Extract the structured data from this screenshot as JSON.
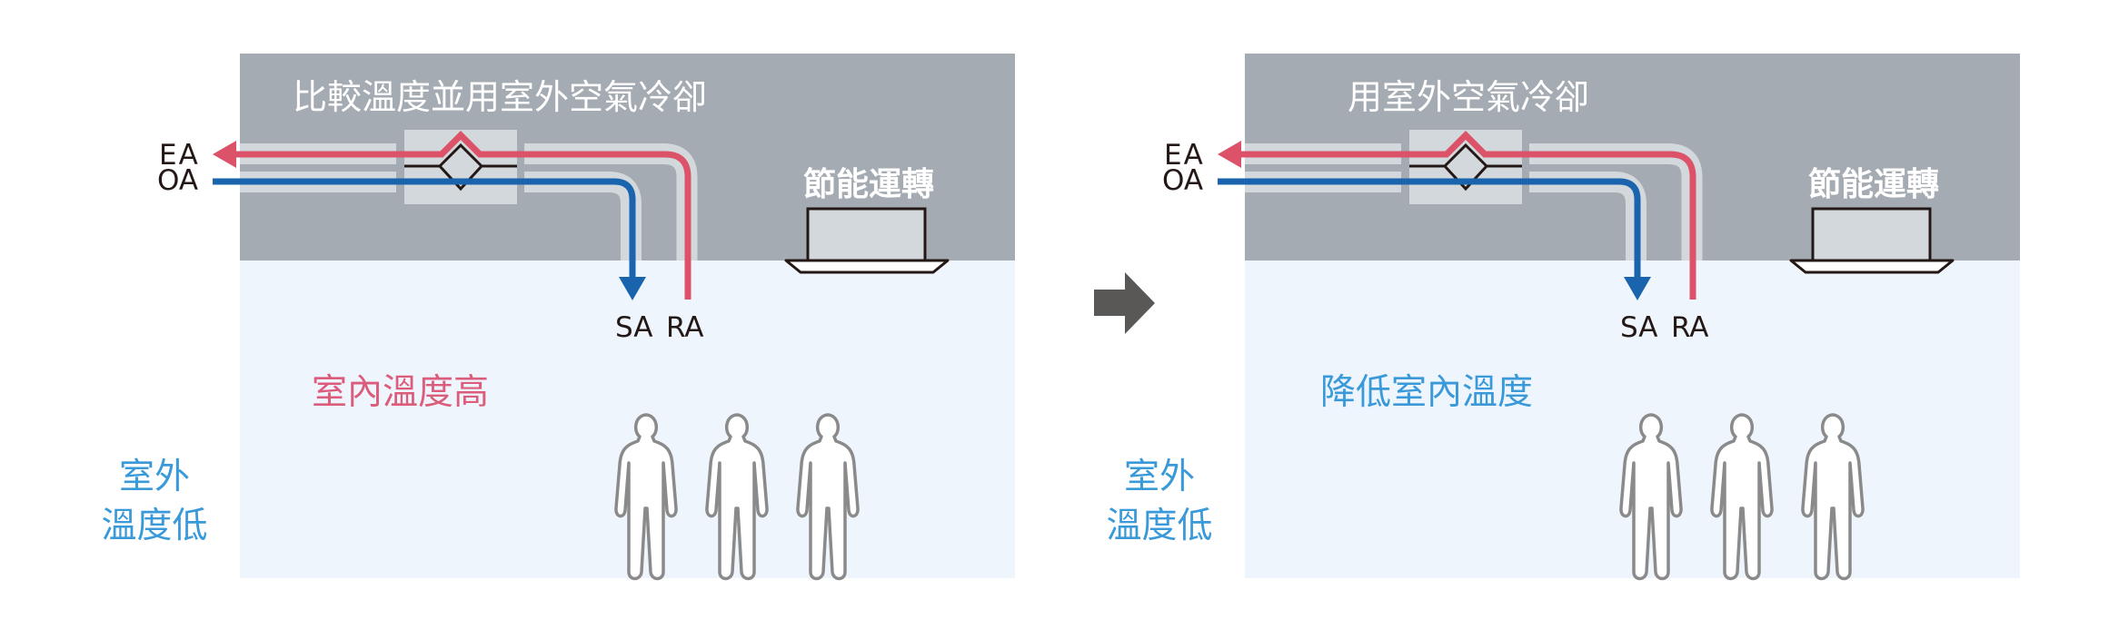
{
  "colors": {
    "ceiling": "#a5abb2",
    "floor": "#eef5fd",
    "duct": "#d3d8dc",
    "exhaust_red": "#dc5268",
    "supply_blue": "#1a64ae",
    "outline": "#231815",
    "person_stroke": "#8a8a8a",
    "transition_arrow": "#5a5856",
    "indoor_hot_text": "#dc5c7c",
    "cool_text": "#3a9ad9"
  },
  "panels": [
    {
      "id": "before",
      "title": "比較溫度並用室外空氣冷卻",
      "ea_label": "EA",
      "oa_label": "OA",
      "sa_label": "SA",
      "ra_label": "RA",
      "unit_label": "節能運轉",
      "room_text": "室內溫度高",
      "room_text_tone": "hot",
      "outdoor_line1": "室外",
      "outdoor_line2": "溫度低",
      "people_count": 3
    },
    {
      "id": "after",
      "title": "用室外空氣冷卻",
      "ea_label": "EA",
      "oa_label": "OA",
      "sa_label": "SA",
      "ra_label": "RA",
      "unit_label": "節能運轉",
      "room_text": "降低室內溫度",
      "room_text_tone": "cool",
      "outdoor_line1": "室外",
      "outdoor_line2": "溫度低",
      "people_count": 3
    }
  ],
  "transition_icon": "right-arrow-icon"
}
